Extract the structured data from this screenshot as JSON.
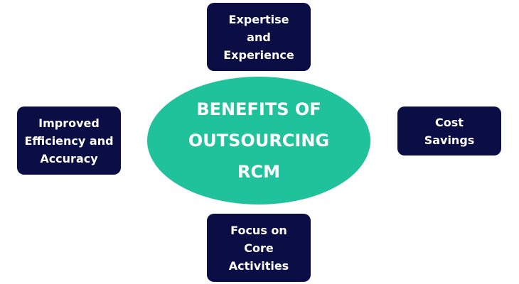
{
  "colors": {
    "center_fill": "#1fc29a",
    "node_fill": "#0b0d45",
    "text": "#ffffff"
  },
  "center": {
    "label": "BENEFITS OF\nOUTSOURCING\nRCM"
  },
  "nodes": {
    "top": "Expertise\nand\nExperience",
    "left": "Improved\nEfficiency and\nAccuracy",
    "right": "Cost\nSavings",
    "bottom": "Focus on\nCore\nActivities"
  }
}
